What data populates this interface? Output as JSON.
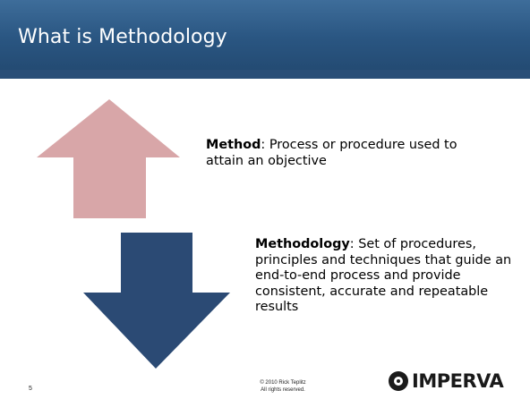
{
  "title": "What is Methodology",
  "method": {
    "term": "Method",
    "definition": ":  Process or procedure used to attain an objective"
  },
  "methodology": {
    "term": "Methodology",
    "definition": ": Set of procedures, principles and techniques that guide an end-to-end process and provide consistent, accurate and repeatable results"
  },
  "footer": {
    "page_number": "5",
    "copyright_line1": "© 2010 Rick Teplitz",
    "copyright_line2": "All rights reserved.",
    "logo_text": "IMPERVA"
  },
  "colors": {
    "title_bar": "#2a5682",
    "up_arrow": "#d8a6a8",
    "down_arrow": "#2b4a74"
  },
  "icons": {
    "up_arrow": "arrow-up-icon",
    "down_arrow": "arrow-down-icon",
    "logo": "imperva-logo-icon"
  }
}
